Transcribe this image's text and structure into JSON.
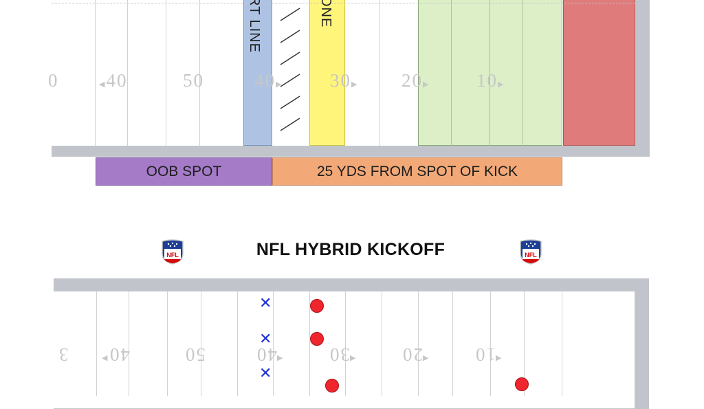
{
  "top_field": {
    "setup_zone_label": "RT LINE",
    "landing_zone_label": "ONE",
    "yard_numbers": [
      {
        "text": "0",
        "arrow": ""
      },
      {
        "text": "40",
        "arrow": "left"
      },
      {
        "text": "50",
        "arrow": ""
      },
      {
        "text": "40",
        "arrow": "right"
      },
      {
        "text": "30",
        "arrow": "right"
      },
      {
        "text": "20",
        "arrow": "right"
      },
      {
        "text": "10",
        "arrow": "right"
      }
    ],
    "colors": {
      "setup_zone": "#aec3e4",
      "landing_zone": "#fff57a",
      "green_zone": "#dcefc7",
      "red_zone": "#df7b7b"
    }
  },
  "bars": {
    "oob_spot": "OOB SPOT",
    "from_spot_of_kick": "25 YDS FROM SPOT OF KICK",
    "colors": {
      "oob_spot": "#a57bc8",
      "from_spot_of_kick": "#f2a977"
    }
  },
  "title": "NFL HYBRID  KICKOFF",
  "logo_text": "NFL",
  "bottom_field": {
    "yard_numbers": [
      {
        "text": "3",
        "arrow": ""
      },
      {
        "text": "40",
        "arrow": "left"
      },
      {
        "text": "50",
        "arrow": ""
      },
      {
        "text": "40",
        "arrow": "right"
      },
      {
        "text": "30",
        "arrow": "right"
      },
      {
        "text": "20",
        "arrow": "right"
      },
      {
        "text": "10",
        "arrow": "right"
      }
    ],
    "player_markers": {
      "kicking_team": "x",
      "receiving_team": "dot"
    },
    "colors": {
      "kicking_team": "#1d2fd6",
      "receiving_team": "#f0262e"
    }
  }
}
